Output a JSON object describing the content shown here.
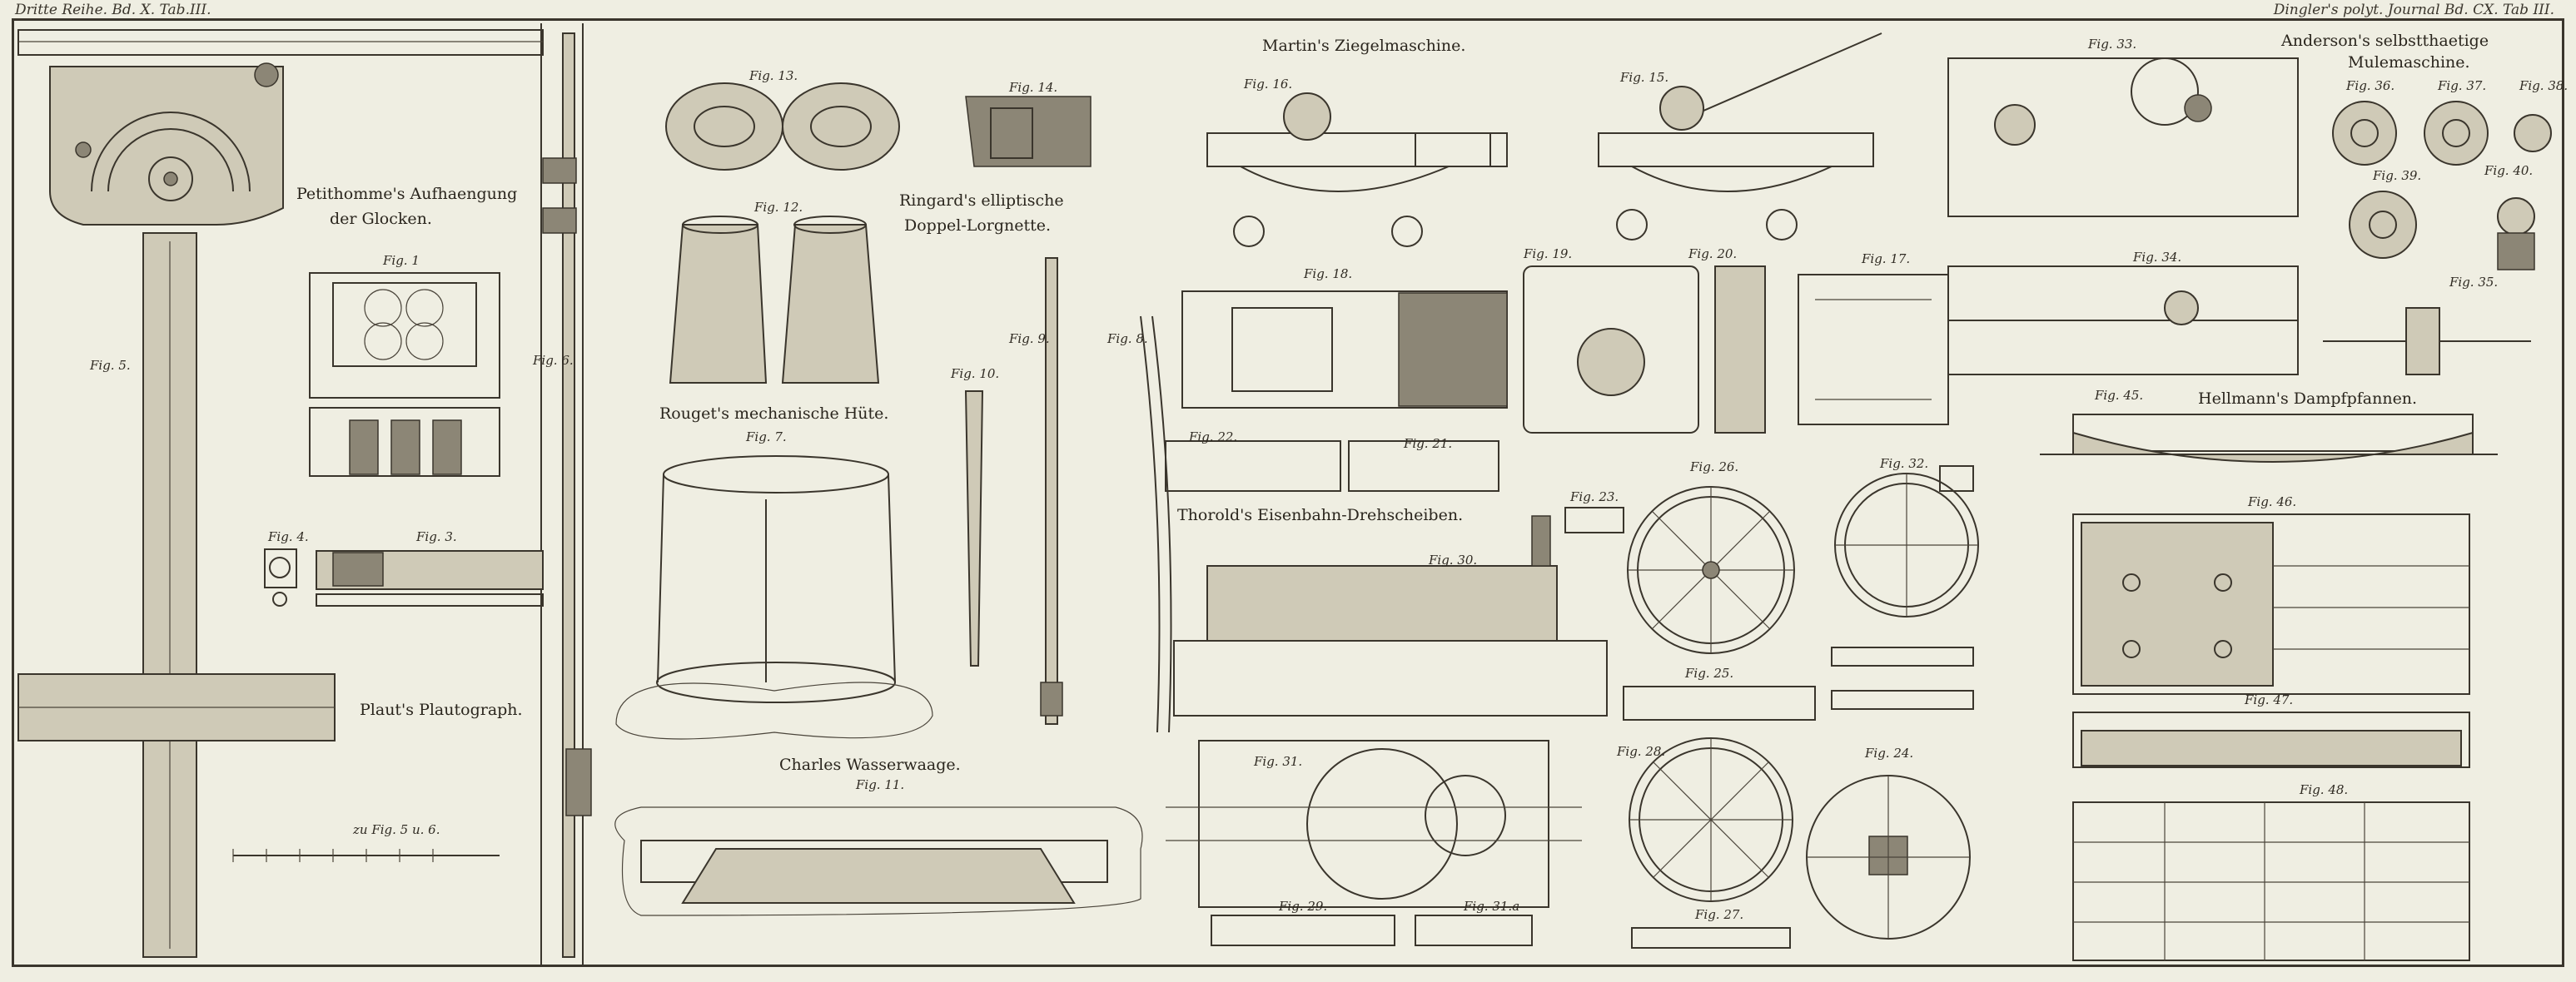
{
  "header": {
    "left": "Dritte Reihe. Bd. X. Tab.III.",
    "right": "Dingler's polyt. Journal Bd. CX. Tab III."
  },
  "titles": {
    "petithomme": [
      "Petithomme's Aufhaengung",
      "der Glocken."
    ],
    "plaut": "Plaut's Plautograph.",
    "ringard": [
      "Ringard's elliptische",
      "Doppel-Lorgnette."
    ],
    "rouget": "Rouget's mechanische Hüte.",
    "charles": "Charles Wasserwaage.",
    "martin": "Martin's Ziegelmaschine.",
    "thorold": "Thorold's Eisenbahn-Drehscheiben.",
    "anderson": [
      "Anderson's selbstthaetige",
      "Mulemaschine."
    ],
    "hellmann": "Hellmann's Dampfpfannen."
  },
  "scale_caption": "zu Fig. 5 u. 6.",
  "figures": [
    {
      "id": "fig1",
      "label": "Fig. 1"
    },
    {
      "id": "fig3",
      "label": "Fig. 3."
    },
    {
      "id": "fig4",
      "label": "Fig. 4."
    },
    {
      "id": "fig5",
      "label": "Fig. 5."
    },
    {
      "id": "fig6",
      "label": "Fig. 6."
    },
    {
      "id": "fig7",
      "label": "Fig. 7."
    },
    {
      "id": "fig8",
      "label": "Fig. 8."
    },
    {
      "id": "fig9",
      "label": "Fig. 9."
    },
    {
      "id": "fig10",
      "label": "Fig. 10."
    },
    {
      "id": "fig11",
      "label": "Fig. 11."
    },
    {
      "id": "fig12",
      "label": "Fig. 12."
    },
    {
      "id": "fig13",
      "label": "Fig. 13."
    },
    {
      "id": "fig14",
      "label": "Fig. 14."
    },
    {
      "id": "fig15",
      "label": "Fig. 15."
    },
    {
      "id": "fig16",
      "label": "Fig. 16."
    },
    {
      "id": "fig17",
      "label": "Fig. 17."
    },
    {
      "id": "fig18",
      "label": "Fig. 18."
    },
    {
      "id": "fig19",
      "label": "Fig. 19."
    },
    {
      "id": "fig20",
      "label": "Fig. 20."
    },
    {
      "id": "fig21",
      "label": "Fig. 21."
    },
    {
      "id": "fig22",
      "label": "Fig. 22."
    },
    {
      "id": "fig23",
      "label": "Fig. 23."
    },
    {
      "id": "fig24",
      "label": "Fig. 24."
    },
    {
      "id": "fig25",
      "label": "Fig. 25."
    },
    {
      "id": "fig26",
      "label": "Fig. 26."
    },
    {
      "id": "fig27",
      "label": "Fig. 27."
    },
    {
      "id": "fig28",
      "label": "Fig. 28."
    },
    {
      "id": "fig29",
      "label": "Fig. 29."
    },
    {
      "id": "fig30",
      "label": "Fig. 30."
    },
    {
      "id": "fig31",
      "label": "Fig. 31."
    },
    {
      "id": "fig31a",
      "label": "Fig. 31.a"
    },
    {
      "id": "fig32",
      "label": "Fig. 32."
    },
    {
      "id": "fig33",
      "label": "Fig. 33."
    },
    {
      "id": "fig34",
      "label": "Fig. 34."
    },
    {
      "id": "fig35",
      "label": "Fig. 35."
    },
    {
      "id": "fig36",
      "label": "Fig. 36."
    },
    {
      "id": "fig37",
      "label": "Fig. 37."
    },
    {
      "id": "fig38",
      "label": "Fig. 38."
    },
    {
      "id": "fig39",
      "label": "Fig. 39."
    },
    {
      "id": "fig40",
      "label": "Fig. 40."
    },
    {
      "id": "fig45",
      "label": "Fig. 45."
    },
    {
      "id": "fig46",
      "label": "Fig. 46."
    },
    {
      "id": "fig47",
      "label": "Fig. 47."
    },
    {
      "id": "fig48",
      "label": "Fig. 48."
    }
  ]
}
